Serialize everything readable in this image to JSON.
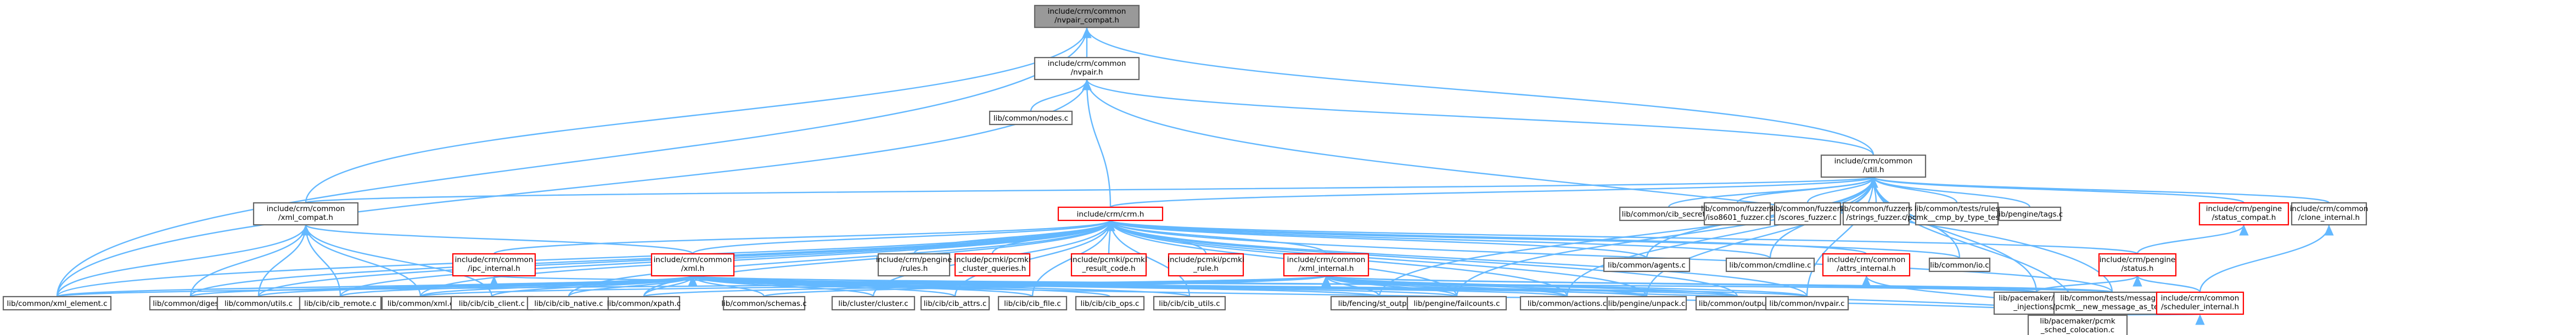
{
  "colors": {
    "edge": "#63b8ff",
    "normal_border": "#666666",
    "highlight_border": "#ff0000",
    "root_fill": "#999999",
    "node_fill": "#ffffff"
  },
  "graph": {
    "nodes": [
      {
        "id": "n0",
        "lines": [
          "include/crm/common",
          "/nvpair_compat.h"
        ],
        "style": "root"
      },
      {
        "id": "n1",
        "lines": [
          "include/crm/common",
          "/nvpair.h"
        ],
        "style": "normal"
      },
      {
        "id": "n2",
        "lines": [
          "lib/common/nodes.c"
        ],
        "style": "normal"
      },
      {
        "id": "n3",
        "lines": [
          "include/crm/common",
          "/util.h"
        ],
        "style": "normal"
      },
      {
        "id": "n4",
        "lines": [
          "include/crm/common",
          "/xml_compat.h"
        ],
        "style": "normal"
      },
      {
        "id": "n5",
        "lines": [
          "include/crm/crm.h"
        ],
        "style": "red"
      },
      {
        "id": "n6",
        "lines": [
          "lib/common/cib_secrets.c"
        ],
        "style": "normal"
      },
      {
        "id": "n7",
        "lines": [
          "lib/common/fuzzers",
          "/iso8601_fuzzer.c"
        ],
        "style": "normal"
      },
      {
        "id": "n8",
        "lines": [
          "lib/common/fuzzers",
          "/scores_fuzzer.c"
        ],
        "style": "normal"
      },
      {
        "id": "n9",
        "lines": [
          "lib/common/fuzzers",
          "/strings_fuzzer.c"
        ],
        "style": "normal"
      },
      {
        "id": "n10",
        "lines": [
          "lib/common/tests/rules",
          "/pcmk__cmp_by_type_test.c"
        ],
        "style": "normal"
      },
      {
        "id": "n11",
        "lines": [
          "lib/pengine/tags.c"
        ],
        "style": "normal"
      },
      {
        "id": "n12",
        "lines": [
          "include/crm/pengine",
          "/status_compat.h"
        ],
        "style": "red"
      },
      {
        "id": "n13",
        "lines": [
          "include/crm/common",
          "/clone_internal.h"
        ],
        "style": "normal"
      },
      {
        "id": "n14",
        "lines": [
          "include/crm/common",
          "/ipc_internal.h"
        ],
        "style": "red"
      },
      {
        "id": "n15",
        "lines": [
          "include/crm/common",
          "/xml.h"
        ],
        "style": "red"
      },
      {
        "id": "n16",
        "lines": [
          "include/crm/pengine",
          "/rules.h"
        ],
        "style": "normal"
      },
      {
        "id": "n17",
        "lines": [
          "include/pcmki/pcmki",
          "_cluster_queries.h"
        ],
        "style": "red"
      },
      {
        "id": "n18",
        "lines": [
          "include/pcmki/pcmki",
          "_result_code.h"
        ],
        "style": "red"
      },
      {
        "id": "n19",
        "lines": [
          "include/pcmki/pcmki",
          "_rule.h"
        ],
        "style": "red"
      },
      {
        "id": "n20",
        "lines": [
          "include/crm/common",
          "/xml_internal.h"
        ],
        "style": "red"
      },
      {
        "id": "n21",
        "lines": [
          "lib/common/agents.c"
        ],
        "style": "normal"
      },
      {
        "id": "n22",
        "lines": [
          "lib/common/cmdline.c"
        ],
        "style": "normal"
      },
      {
        "id": "n23",
        "lines": [
          "include/crm/common",
          "/attrs_internal.h"
        ],
        "style": "red"
      },
      {
        "id": "n24",
        "lines": [
          "lib/common/io.c"
        ],
        "style": "normal"
      },
      {
        "id": "n25",
        "lines": [
          "include/crm/pengine",
          "/status.h"
        ],
        "style": "red"
      },
      {
        "id": "n26",
        "lines": [
          "lib/common/xml_element.c"
        ],
        "style": "normal"
      },
      {
        "id": "n27",
        "lines": [
          "lib/common/digest.c"
        ],
        "style": "normal"
      },
      {
        "id": "n28",
        "lines": [
          "lib/common/utils.c"
        ],
        "style": "normal"
      },
      {
        "id": "n29",
        "lines": [
          "lib/cib/cib_remote.c"
        ],
        "style": "normal"
      },
      {
        "id": "n30",
        "lines": [
          "lib/common/xml.c"
        ],
        "style": "normal"
      },
      {
        "id": "n31",
        "lines": [
          "lib/cib/cib_client.c"
        ],
        "style": "normal"
      },
      {
        "id": "n32",
        "lines": [
          "lib/cib/cib_native.c"
        ],
        "style": "normal"
      },
      {
        "id": "n33",
        "lines": [
          "lib/common/xpath.c"
        ],
        "style": "normal"
      },
      {
        "id": "n34",
        "lines": [
          "lib/common/schemas.c"
        ],
        "style": "normal"
      },
      {
        "id": "n35",
        "lines": [
          "lib/cluster/cluster.c"
        ],
        "style": "normal"
      },
      {
        "id": "n36",
        "lines": [
          "lib/cib/cib_attrs.c"
        ],
        "style": "normal"
      },
      {
        "id": "n37",
        "lines": [
          "lib/cib/cib_file.c"
        ],
        "style": "normal"
      },
      {
        "id": "n38",
        "lines": [
          "lib/cib/cib_ops.c"
        ],
        "style": "normal"
      },
      {
        "id": "n39",
        "lines": [
          "lib/cib/cib_utils.c"
        ],
        "style": "normal"
      },
      {
        "id": "n40",
        "lines": [
          "lib/fencing/st_output.c"
        ],
        "style": "normal"
      },
      {
        "id": "n41",
        "lines": [
          "lib/pengine/failcounts.c"
        ],
        "style": "normal"
      },
      {
        "id": "n42",
        "lines": [
          "lib/common/actions.c"
        ],
        "style": "normal"
      },
      {
        "id": "n43",
        "lines": [
          "lib/pengine/unpack.c"
        ],
        "style": "normal"
      },
      {
        "id": "n44",
        "lines": [
          "lib/common/output.c"
        ],
        "style": "normal"
      },
      {
        "id": "n45",
        "lines": [
          "lib/common/nvpair.c"
        ],
        "style": "normal"
      },
      {
        "id": "n46",
        "lines": [
          "lib/pacemaker/pcmk",
          "_injections.c"
        ],
        "style": "normal"
      },
      {
        "id": "n47",
        "lines": [
          "lib/common/tests/messages",
          "/pcmk__new_message_as_test.c"
        ],
        "style": "normal"
      },
      {
        "id": "n48",
        "lines": [
          "include/crm/common",
          "/scheduler_internal.h"
        ],
        "style": "red"
      },
      {
        "id": "n49",
        "lines": [
          "lib/pacemaker/pcmk",
          "_sched_colocation.c"
        ],
        "style": "normal"
      }
    ],
    "edges": [
      [
        "n1",
        "n0"
      ],
      [
        "n4",
        "n0"
      ],
      [
        "n26",
        "n0"
      ],
      [
        "n3",
        "n0"
      ],
      [
        "n2",
        "n1"
      ],
      [
        "n5",
        "n1"
      ],
      [
        "n3",
        "n1"
      ],
      [
        "n26",
        "n1"
      ],
      [
        "n47",
        "n1"
      ],
      [
        "n5",
        "n3"
      ],
      [
        "n6",
        "n3"
      ],
      [
        "n7",
        "n3"
      ],
      [
        "n8",
        "n3"
      ],
      [
        "n9",
        "n3"
      ],
      [
        "n10",
        "n3"
      ],
      [
        "n11",
        "n3"
      ],
      [
        "n12",
        "n3"
      ],
      [
        "n13",
        "n3"
      ],
      [
        "n4",
        "n3"
      ],
      [
        "n21",
        "n3"
      ],
      [
        "n22",
        "n3"
      ],
      [
        "n24",
        "n3"
      ],
      [
        "n40",
        "n3"
      ],
      [
        "n41",
        "n3"
      ],
      [
        "n42",
        "n3"
      ],
      [
        "n43",
        "n3"
      ],
      [
        "n45",
        "n3"
      ],
      [
        "n46",
        "n3"
      ],
      [
        "n49",
        "n3"
      ],
      [
        "n26",
        "n4"
      ],
      [
        "n27",
        "n4"
      ],
      [
        "n28",
        "n4"
      ],
      [
        "n29",
        "n4"
      ],
      [
        "n30",
        "n4"
      ],
      [
        "n31",
        "n4"
      ],
      [
        "n15",
        "n4"
      ],
      [
        "n14",
        "n5"
      ],
      [
        "n15",
        "n5"
      ],
      [
        "n16",
        "n5"
      ],
      [
        "n17",
        "n5"
      ],
      [
        "n18",
        "n5"
      ],
      [
        "n19",
        "n5"
      ],
      [
        "n20",
        "n5"
      ],
      [
        "n21",
        "n5"
      ],
      [
        "n22",
        "n5"
      ],
      [
        "n23",
        "n5"
      ],
      [
        "n24",
        "n5"
      ],
      [
        "n25",
        "n5"
      ],
      [
        "n26",
        "n5"
      ],
      [
        "n27",
        "n5"
      ],
      [
        "n28",
        "n5"
      ],
      [
        "n29",
        "n5"
      ],
      [
        "n30",
        "n5"
      ],
      [
        "n32",
        "n5"
      ],
      [
        "n33",
        "n5"
      ],
      [
        "n35",
        "n5"
      ],
      [
        "n36",
        "n5"
      ],
      [
        "n37",
        "n5"
      ],
      [
        "n39",
        "n5"
      ],
      [
        "n41",
        "n5"
      ],
      [
        "n42",
        "n5"
      ],
      [
        "n43",
        "n5"
      ],
      [
        "n44",
        "n5"
      ],
      [
        "n45",
        "n5"
      ],
      [
        "n47",
        "n5"
      ],
      [
        "n25",
        "n12"
      ],
      [
        "n48",
        "n13"
      ],
      [
        "n26",
        "n15"
      ],
      [
        "n27",
        "n15"
      ],
      [
        "n28",
        "n15"
      ],
      [
        "n29",
        "n15"
      ],
      [
        "n30",
        "n15"
      ],
      [
        "n31",
        "n15"
      ],
      [
        "n32",
        "n15"
      ],
      [
        "n33",
        "n15"
      ],
      [
        "n34",
        "n15"
      ],
      [
        "n35",
        "n15"
      ],
      [
        "n36",
        "n15"
      ],
      [
        "n37",
        "n15"
      ],
      [
        "n38",
        "n15"
      ],
      [
        "n39",
        "n15"
      ],
      [
        "n40",
        "n15"
      ],
      [
        "n41",
        "n15"
      ],
      [
        "n42",
        "n15"
      ],
      [
        "n43",
        "n15"
      ],
      [
        "n44",
        "n15"
      ],
      [
        "n45",
        "n15"
      ],
      [
        "n46",
        "n15"
      ],
      [
        "n49",
        "n15"
      ],
      [
        "n26",
        "n20"
      ],
      [
        "n30",
        "n20"
      ],
      [
        "n33",
        "n20"
      ],
      [
        "n34",
        "n20"
      ],
      [
        "n40",
        "n20"
      ],
      [
        "n41",
        "n20"
      ],
      [
        "n42",
        "n20"
      ],
      [
        "n43",
        "n20"
      ],
      [
        "n44",
        "n20"
      ],
      [
        "n45",
        "n20"
      ],
      [
        "n46",
        "n20"
      ],
      [
        "n47",
        "n20"
      ],
      [
        "n49",
        "n20"
      ],
      [
        "n46",
        "n25"
      ],
      [
        "n48",
        "n25"
      ],
      [
        "n49",
        "n48"
      ],
      [
        "n49",
        "n23"
      ],
      [
        "n47",
        "n14"
      ]
    ]
  }
}
